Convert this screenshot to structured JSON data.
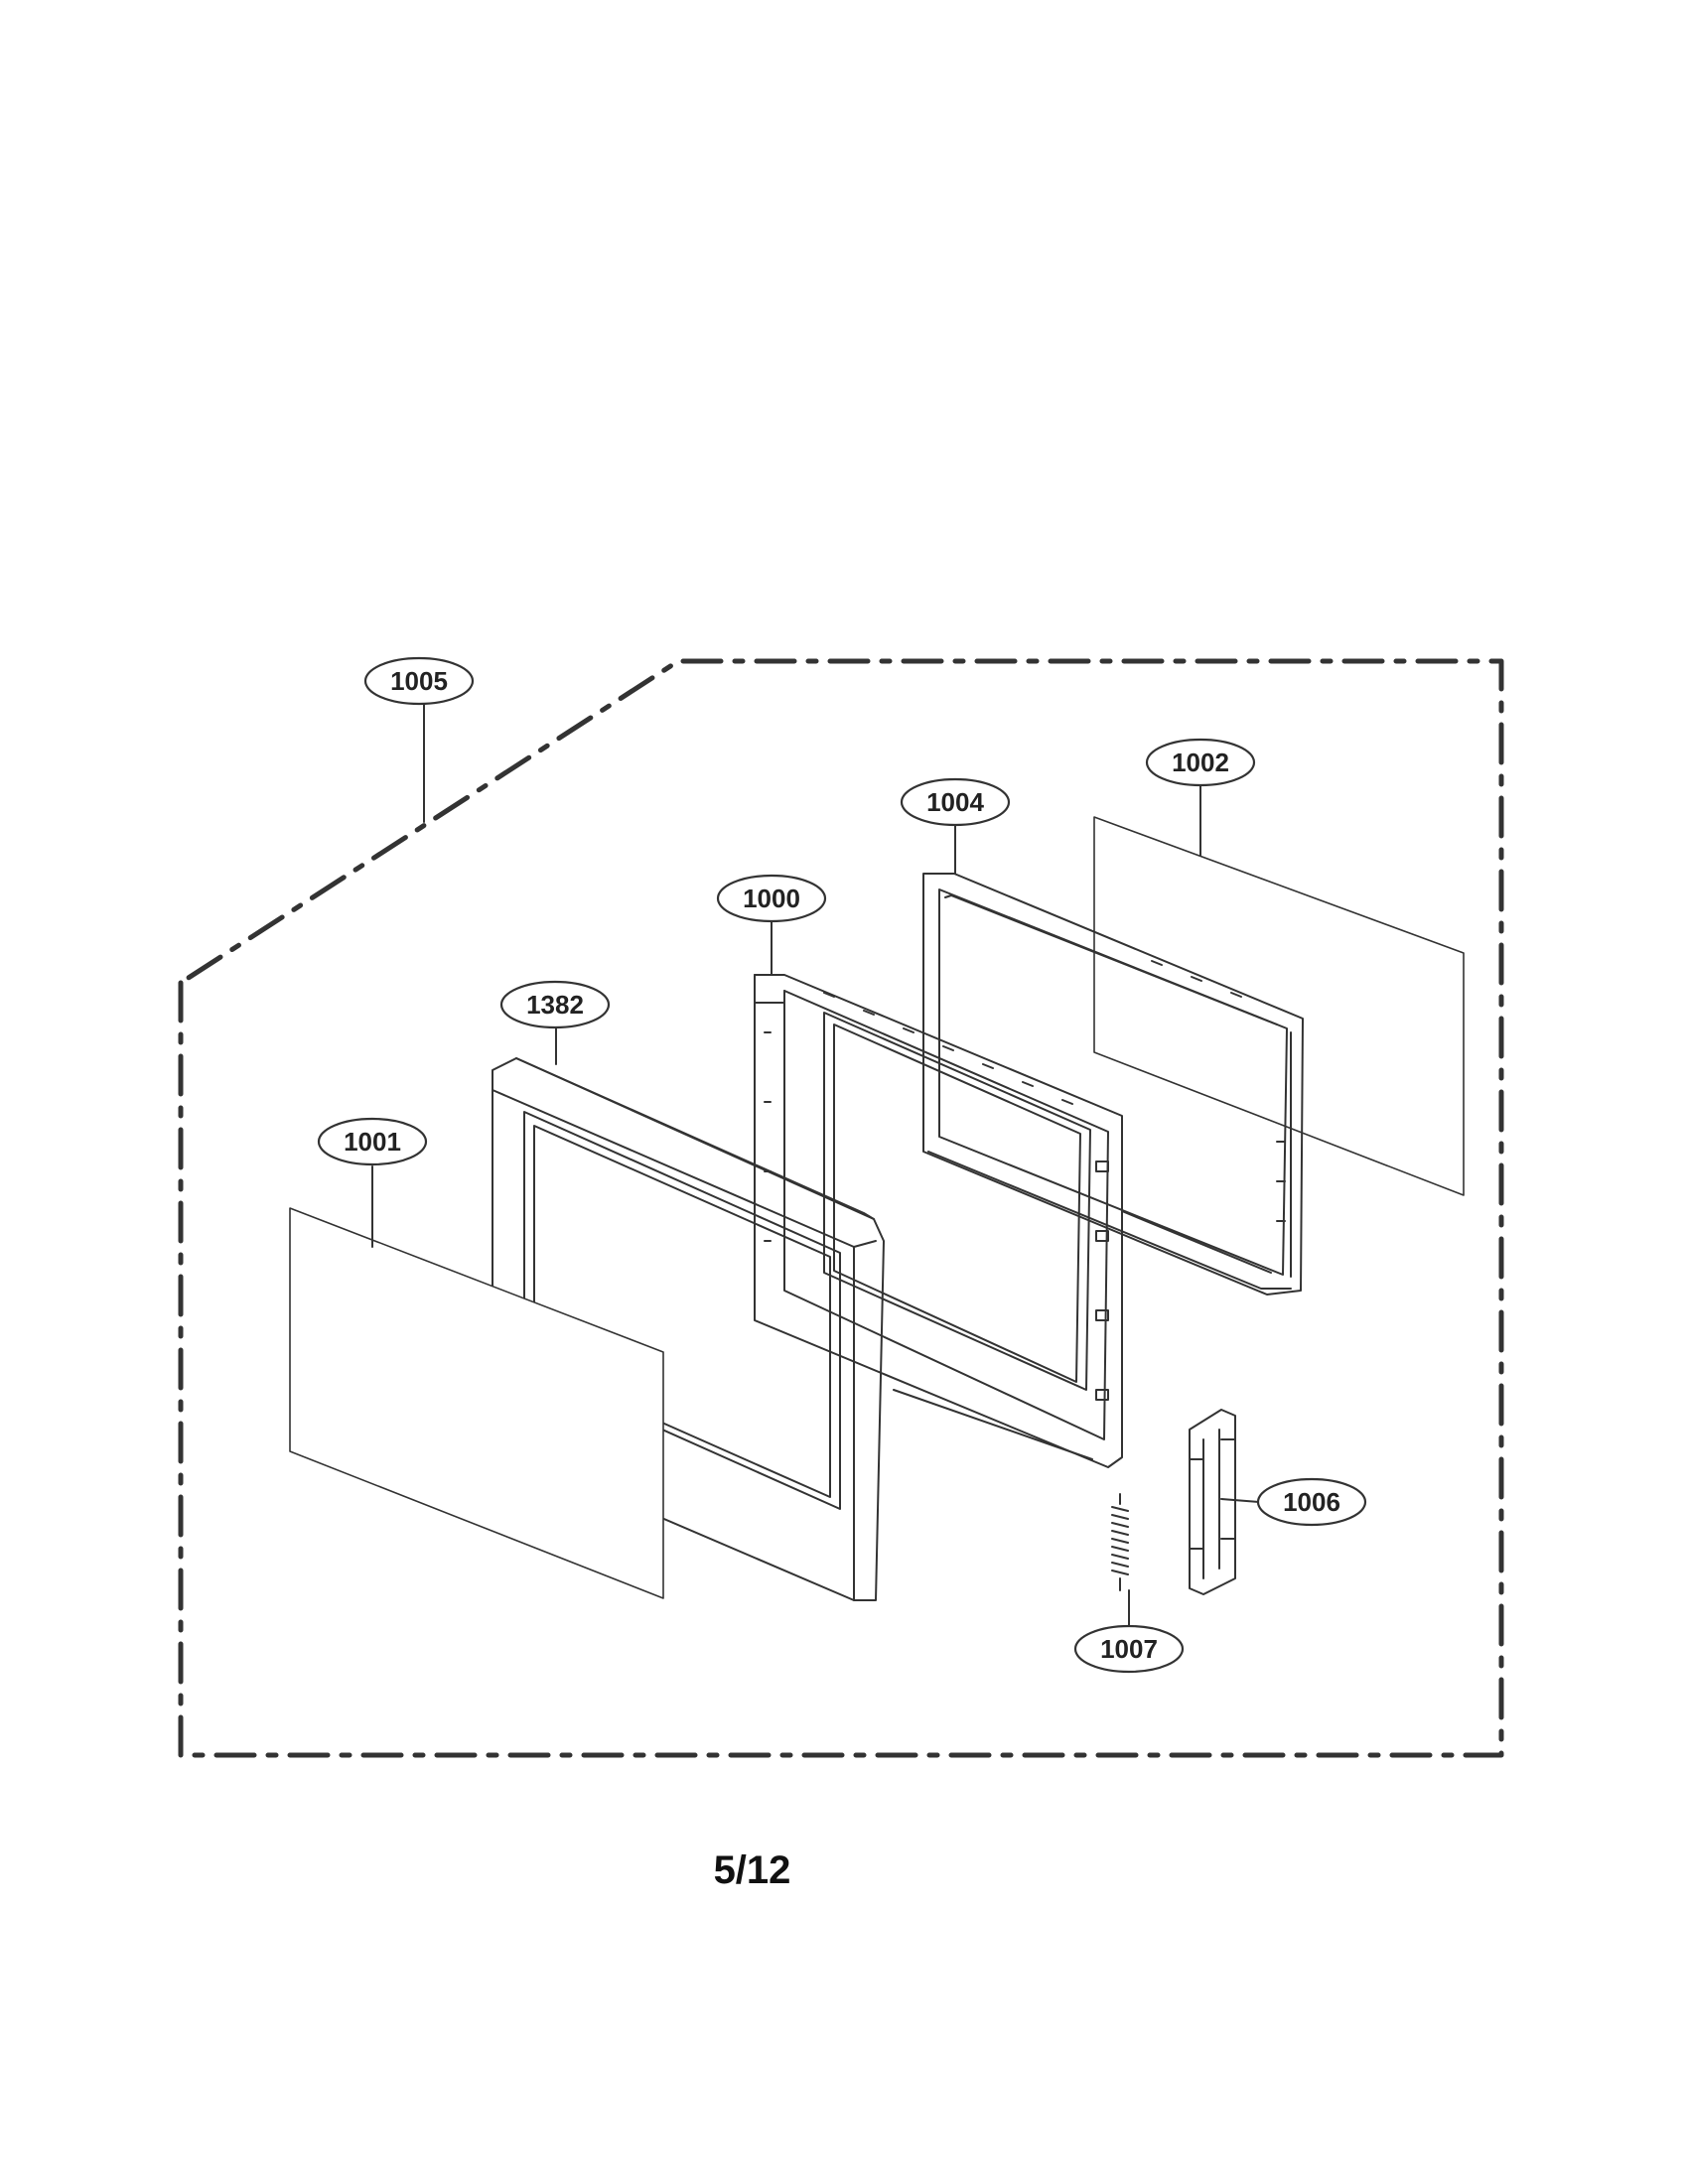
{
  "diagram": {
    "callouts": [
      {
        "id": "1005",
        "label": "1005"
      },
      {
        "id": "1004",
        "label": "1004"
      },
      {
        "id": "1002",
        "label": "1002"
      },
      {
        "id": "1000",
        "label": "1000"
      },
      {
        "id": "1382",
        "label": "1382"
      },
      {
        "id": "1001",
        "label": "1001"
      },
      {
        "id": "1006",
        "label": "1006"
      },
      {
        "id": "1007",
        "label": "1007"
      }
    ]
  },
  "page": {
    "number": "5/12"
  },
  "colors": {
    "line": "#333333",
    "background": "#ffffff"
  }
}
